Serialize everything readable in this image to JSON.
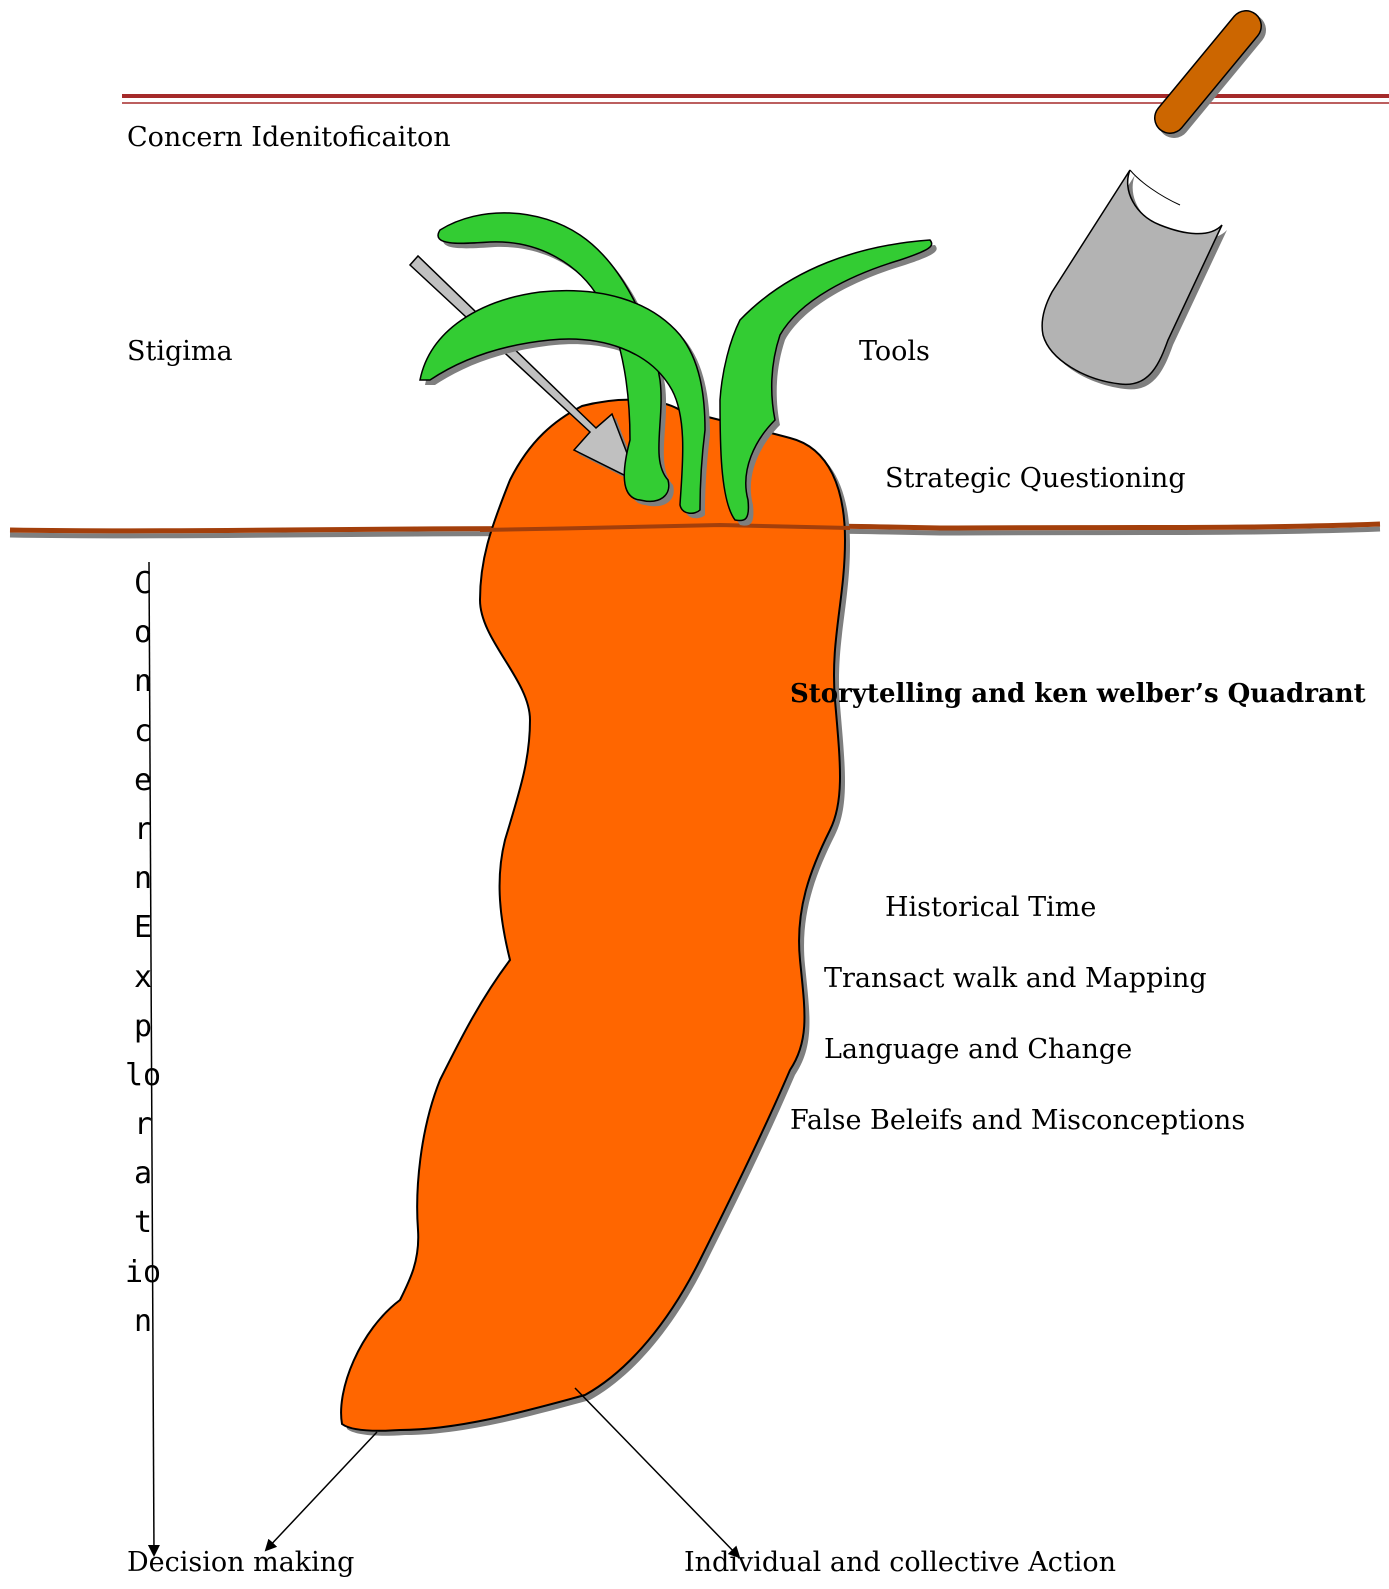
{
  "labels": {
    "concern_identification": "Concern Idenitoficaiton",
    "stigma": "Stigima",
    "tools": "Tools",
    "strategic_questioning": "Strategic Questioning",
    "storytelling": "Storytelling and ken welber’s Quadrant",
    "historical_time": "Historical Time",
    "transact_walk": "Transact walk and Mapping",
    "language_change": "Language and Change",
    "false_beliefs": "False Beleifs and Misconceptions",
    "decision_making": "Decision making",
    "individual_action": "Individual and collective Action"
  },
  "vertical_label": [
    "C",
    "o",
    "n",
    "c",
    "e",
    "r",
    "n",
    "E",
    "x",
    "p",
    "lo",
    "r",
    "a",
    "t",
    "io",
    "n"
  ],
  "colors": {
    "carrot": "#ff6600",
    "leaves": "#33cc33",
    "shadow": "#7f7f7f",
    "ground": "#a33f0b",
    "header_rule": "#a52a2a",
    "tool_handle": "#cc6600",
    "tool_blade": "#b3b3b3",
    "arrow_fill": "#c0c0c0"
  },
  "icons": [
    "carrot",
    "trowel-icon",
    "pointer-arrow"
  ]
}
